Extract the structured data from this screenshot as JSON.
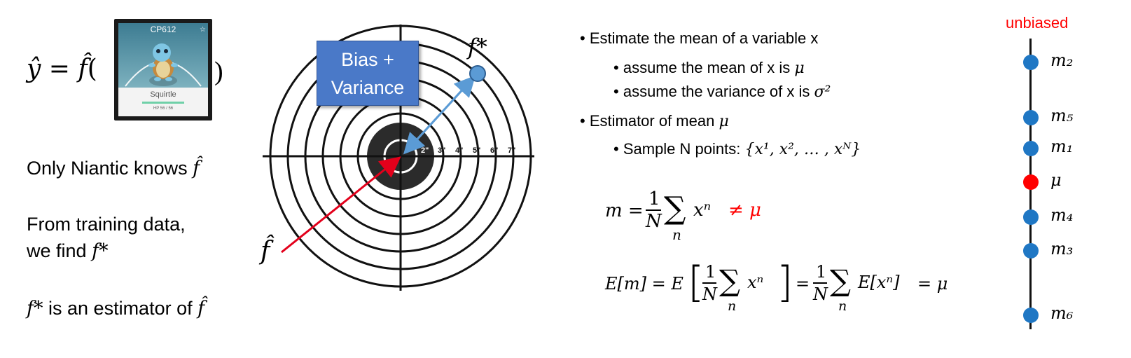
{
  "left": {
    "yhat": "ŷ",
    "equals": "=",
    "fhat": "f̂",
    "open_paren": "(",
    "close_paren": ")",
    "pokemon": {
      "cp": "CP612",
      "name": "Squirtle",
      "hp": "HP 56 / 56"
    },
    "line1_text": "Only Niantic knows",
    "line1_sym": "f̂",
    "line2a": "From training data,",
    "line2b_text": "we find",
    "line2b_sym": "f*",
    "line3_sym": "f*",
    "line3_text": "is an estimator of",
    "line3_sym2": "f̂"
  },
  "target": {
    "box_line1": "Bias +",
    "box_line2": "Variance",
    "fstar_label": "f*",
    "fhat_label": "f̂",
    "ring_labels": [
      "2\"",
      "3\"",
      "4\"",
      "5\"",
      "6\"",
      "7\""
    ],
    "colors": {
      "box": "#4a79c8",
      "arrow_red": "#e3001b",
      "arrow_blue": "#5b9bd5",
      "point": "#5b9bd5"
    }
  },
  "middle": {
    "b1": "Estimate the mean of a variable x",
    "b1a_text": "assume the mean of x is",
    "b1a_sym": "μ",
    "b1b_text": "assume the variance of x is",
    "b1b_sym": "σ²",
    "b2_text": "Estimator of mean",
    "b2_sym": "μ",
    "b2a_text": "Sample N points:",
    "b2a_set": "{x¹, x², … , xᴺ}",
    "eq1_lhs": "m =",
    "eq1_frac_num": "1",
    "eq1_frac_den": "N",
    "eq1_sum_sub": "n",
    "eq1_term": "xⁿ",
    "eq1_neq": "≠ μ",
    "eq2_lhs": "E[m] = E",
    "eq2_term": "xⁿ",
    "eq2_mid": "=",
    "eq2_term2": "E[xⁿ]",
    "eq2_end": "= μ"
  },
  "right": {
    "title": "unbiased",
    "points": [
      {
        "label": "m₂",
        "color": "#1f77c4"
      },
      {
        "label": "m₅",
        "color": "#1f77c4"
      },
      {
        "label": "m₁",
        "color": "#1f77c4"
      },
      {
        "label": "μ",
        "color": "#ff0000"
      },
      {
        "label": "m₄",
        "color": "#1f77c4"
      },
      {
        "label": "m₃",
        "color": "#1f77c4"
      },
      {
        "label": "m₆",
        "color": "#1f77c4"
      }
    ]
  }
}
